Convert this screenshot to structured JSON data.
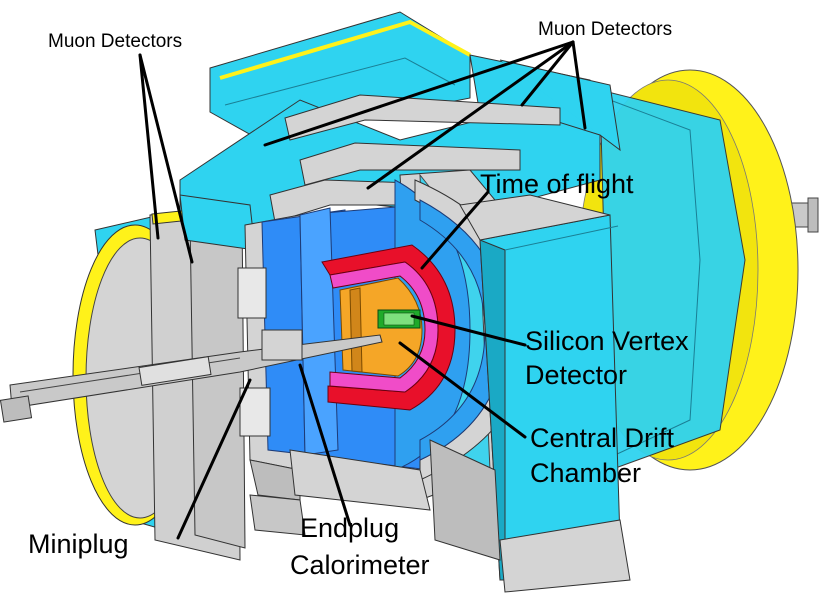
{
  "labels": {
    "muon_left": "Muon Detectors",
    "muon_right": "Muon Detectors",
    "time_of_flight": "Time of flight",
    "silicon_line1": "Silicon Vertex",
    "silicon_line2": "Detector",
    "cdc_line1": "Central Drift",
    "cdc_line2": "Chamber",
    "miniplug": "Miniplug",
    "endplug_line1": "Endplug",
    "endplug_line2": "Calorimeter"
  },
  "colors": {
    "muon_cyan": "#2fd3f0",
    "muon_yellow": "#fff21a",
    "steel_grey": "#d4d4d4",
    "calorimeter_blue": "#2f8cf7",
    "tof_red": "#e8102a",
    "tof_pink": "#f04cc8",
    "drift_orange": "#f5a627",
    "silicon_green": "#1faa2a",
    "leader_black": "#000000"
  }
}
